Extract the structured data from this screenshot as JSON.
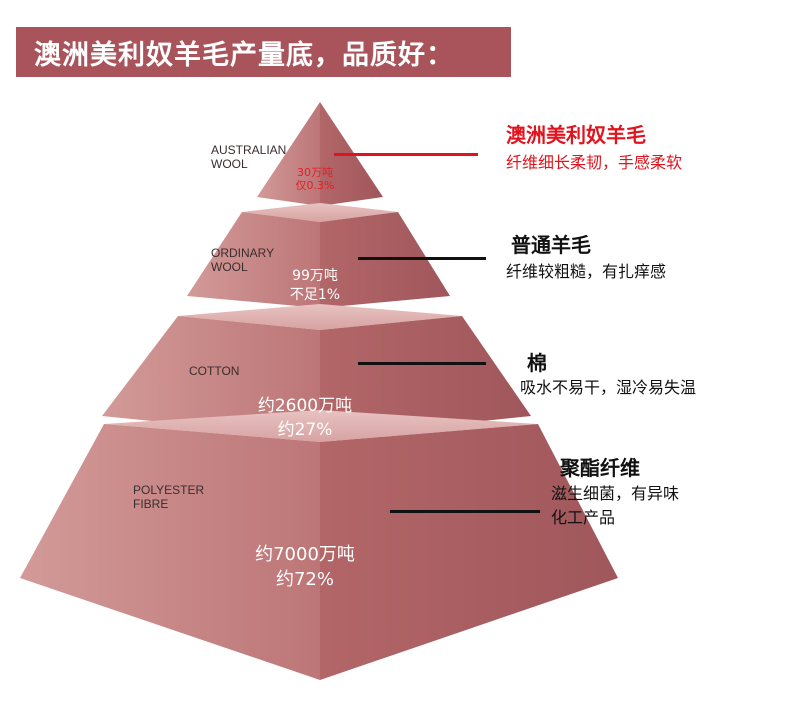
{
  "title": "澳洲美利奴羊毛产量底，品质好：",
  "colors": {
    "accent": "#a8545a",
    "highlight": "#e0141e",
    "pyramid_base": "#c07a7a"
  },
  "tiers": [
    {
      "name_en": [
        "AUSTRALIAN",
        "WOOL"
      ],
      "amount": "30万吨",
      "share": "仅0.3%",
      "heading": "澳洲美利奴羊毛",
      "desc": [
        "纤维细长柔韧，手感柔软"
      ]
    },
    {
      "name_en": [
        "ORDINARY",
        "WOOL"
      ],
      "amount": "99万吨",
      "share": "不足1%",
      "heading": "普通羊毛",
      "desc": [
        "纤维较粗糙，有扎痒感"
      ]
    },
    {
      "name_en": [
        "COTTON"
      ],
      "amount": "约2600万吨",
      "share": "约27%",
      "heading": "棉",
      "desc": [
        "吸水不易干，湿冷易失温"
      ]
    },
    {
      "name_en": [
        "POLYESTER",
        "FIBRE"
      ],
      "amount": "约7000万吨",
      "share": "约72%",
      "heading": "聚酯纤维",
      "desc": [
        "滋生细菌，有异味",
        "化工产品"
      ]
    }
  ]
}
